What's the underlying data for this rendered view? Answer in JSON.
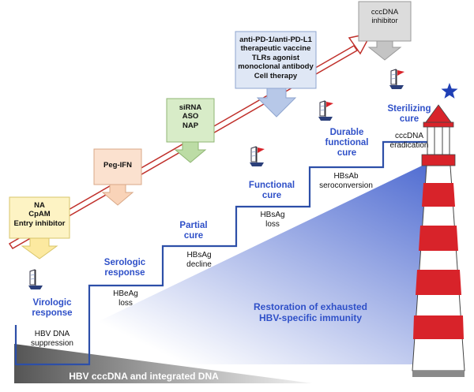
{
  "therapies": [
    {
      "id": "na",
      "lines": [
        "NA",
        "CpAM",
        "Entry inhibitor"
      ],
      "color": "#fdf3c4",
      "border": "#d8c56a",
      "arrow_color": "#fce9a0"
    },
    {
      "id": "peg_ifn",
      "lines": [
        "Peg-IFN"
      ],
      "color": "#fbe1cf",
      "border": "#d9a887",
      "arrow_color": "#f9d3b8"
    },
    {
      "id": "sirna",
      "lines": [
        "siRNA",
        "ASO",
        "NAP"
      ],
      "color": "#d8ecc8",
      "border": "#8fb673",
      "arrow_color": "#bcdca5"
    },
    {
      "id": "immuno",
      "lines": [
        "anti-PD-1/anti-PD-L1",
        "therapeutic vaccine",
        "TLRs agonist",
        "monoclonal antibody",
        "Cell therapy"
      ],
      "color": "#dfe7f5",
      "border": "#8fa5cf",
      "arrow_color": "#b7c8e8"
    },
    {
      "id": "cccdna",
      "lines": [
        "cccDNA",
        "inhibitor"
      ],
      "color": "#dcdcdc",
      "border": "#9a9a9a",
      "arrow_color": "#c4c4c4"
    }
  ],
  "stages": [
    {
      "id": "virologic",
      "name": [
        "Virologic",
        "response"
      ],
      "marker": [
        "HBV DNA",
        "suppression"
      ]
    },
    {
      "id": "serologic",
      "name": [
        "Serologic",
        "response"
      ],
      "marker": [
        "HBeAg",
        "loss"
      ]
    },
    {
      "id": "partial",
      "name": [
        "Partial",
        "cure"
      ],
      "marker": [
        "HBsAg",
        "decline"
      ]
    },
    {
      "id": "functional",
      "name": [
        "Functional",
        "cure"
      ],
      "marker": [
        "HBsAg",
        "loss"
      ]
    },
    {
      "id": "durable",
      "name": [
        "Durable",
        "functional",
        "cure"
      ],
      "marker": [
        "HBsAb",
        "seroconversion"
      ]
    },
    {
      "id": "sterilizing",
      "name": [
        "Sterilizing",
        "cure"
      ],
      "marker": [
        "cccDNA",
        "eradication"
      ]
    }
  ],
  "restoration_text": [
    "Restoration of exhausted",
    "HBV-specific immunity"
  ],
  "base_text": "HBV cccDNA and integrated DNA",
  "colors": {
    "stage_text": "#2f50c8",
    "staircase": "#2d4fa8",
    "trend_arrow": "#c0302b",
    "lighthouse_red": "#d8232a",
    "star": "#1f3fb5"
  },
  "icons": [
    "sailboat-icon",
    "star-icon",
    "lighthouse-icon"
  ]
}
